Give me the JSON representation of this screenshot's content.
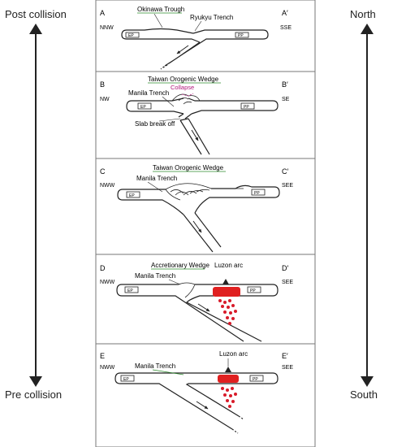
{
  "side_labels": {
    "top_left": "Post collision",
    "bottom_left": "Pre collision",
    "top_right": "North",
    "bottom_right": "South"
  },
  "colors": {
    "line": "#222222",
    "green_underline": "#2e8b2e",
    "collapse_text": "#b0167a",
    "luzon_arc": "#e02020",
    "magma": "#d81b2a"
  },
  "panels": [
    {
      "id": "A",
      "left_letter": "A",
      "left_dir": "NNW",
      "right_letter": "A′",
      "right_dir": "SSE",
      "plate_left": "EP",
      "plate_right": "PP",
      "labels": [
        "Okinawa Trough",
        "Ryukyu Trench"
      ]
    },
    {
      "id": "B",
      "left_letter": "B",
      "left_dir": "NW",
      "right_letter": "B′",
      "right_dir": "SE",
      "plate_left": "EP",
      "plate_right": "PP",
      "labels": [
        "Taiwan Orogenic Wedge",
        "Collapse",
        "Manila Trench",
        "Slab break off"
      ]
    },
    {
      "id": "C",
      "left_letter": "C",
      "left_dir": "NWW",
      "right_letter": "C′",
      "right_dir": "SEE",
      "plate_left": "EP",
      "plate_right": "PP",
      "labels": [
        "Taiwan Orogenic Wedge",
        "Manila Trench"
      ]
    },
    {
      "id": "D",
      "left_letter": "D",
      "left_dir": "NWW",
      "right_letter": "D′",
      "right_dir": "SEE",
      "plate_left": "EP",
      "plate_right": "PP",
      "labels": [
        "Accretionary Wedge",
        "Manila Trench",
        "Luzon arc"
      ]
    },
    {
      "id": "E",
      "left_letter": "E",
      "left_dir": "NWW",
      "right_letter": "E′",
      "right_dir": "SEE",
      "plate_left": "EP",
      "plate_right": "PP",
      "labels": [
        "Manila Trench",
        "Luzon arc"
      ]
    }
  ]
}
